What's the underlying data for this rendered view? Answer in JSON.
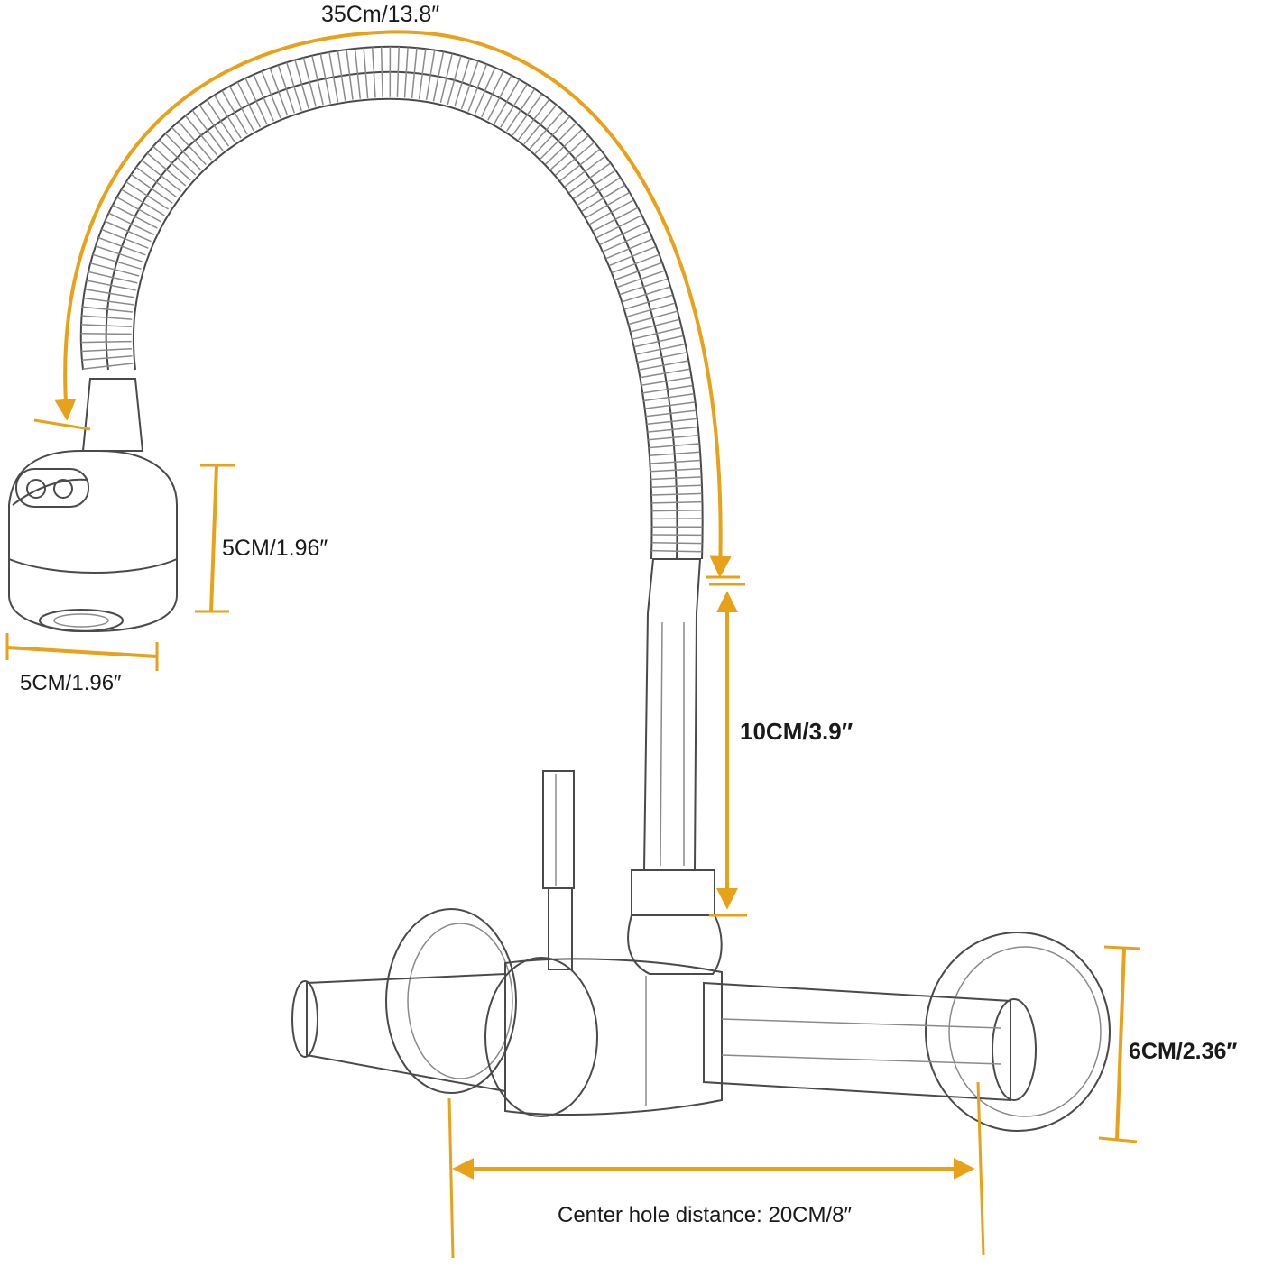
{
  "colors": {
    "dimension": "#e7a21a",
    "ink": "#4a4a4a",
    "background": "#ffffff"
  },
  "dimensions": {
    "hose_length": "35Cm/13.8″",
    "sprayer_height": "5CM/1.96″",
    "sprayer_width": "5CM/1.96″",
    "spout_tube_height": "10CM/3.9″",
    "base_plate_diameter": "6CM/2.36″",
    "center_hole_distance": "Center hole distance: 20CM/8″"
  }
}
